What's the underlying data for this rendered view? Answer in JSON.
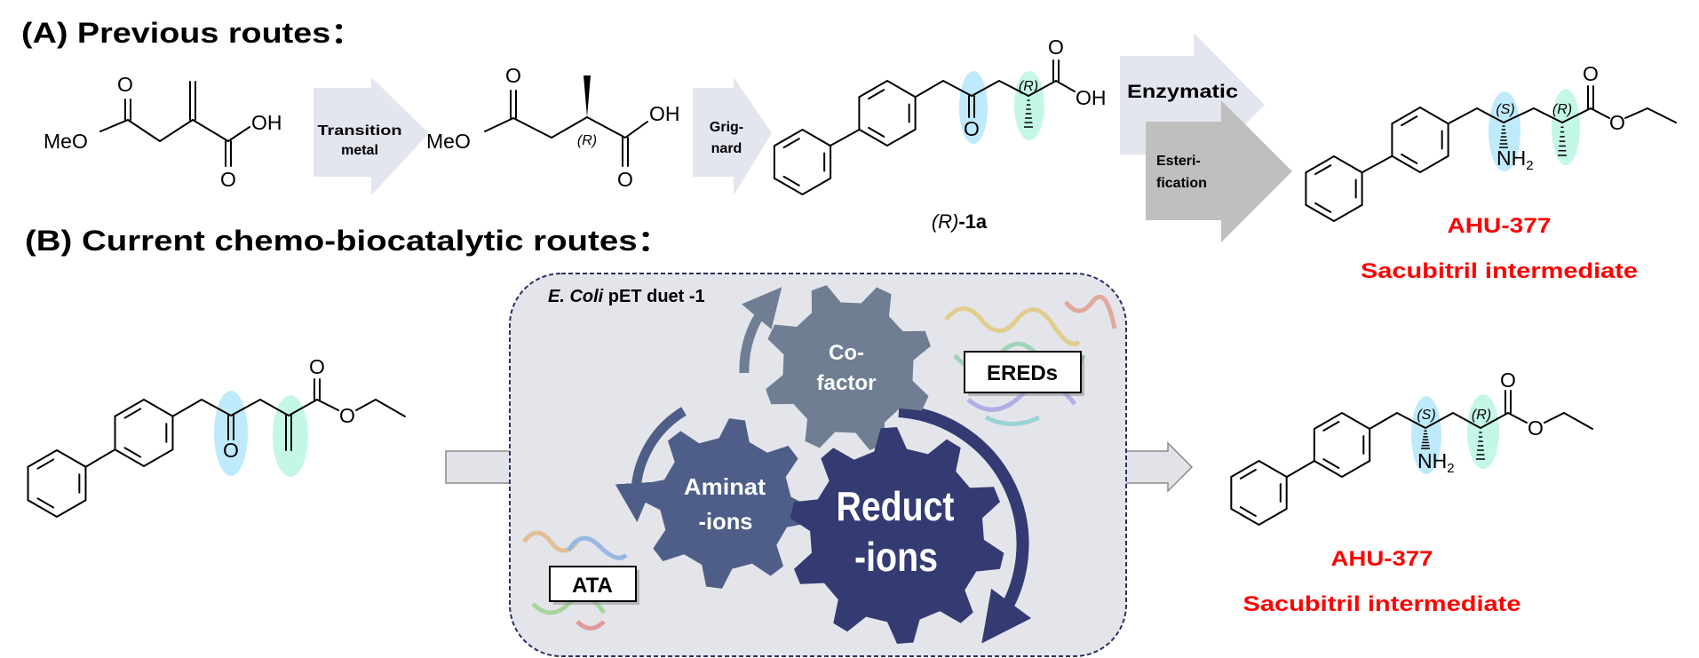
{
  "headings": {
    "a": "(A)  Previous routes：",
    "b": "(B) Current chemo-biocatalytic routes："
  },
  "steps": {
    "transition": [
      "Transition",
      "metal"
    ],
    "grignard": [
      "Grig-",
      "nard"
    ],
    "enzymatic": "Enzymatic",
    "esterification": [
      "Esteri-",
      "fication"
    ]
  },
  "atoms": {
    "MeO": "MeO",
    "O": "O",
    "OH": "OH",
    "NH": "NH",
    "sub2": "2",
    "R": "(R)",
    "S": "(S)"
  },
  "compounds": {
    "intermediate": {
      "stereo": "(R)",
      "suffix": "-1a"
    },
    "product_top": {
      "name": "AHU-377",
      "desc": "Sacubitril intermediate"
    },
    "product_bottom": {
      "name": "AHU-377",
      "desc": "Sacubitril intermediate"
    }
  },
  "cell": {
    "organism": "E. Coli",
    "plasmid": " pET duet -1"
  },
  "gears": {
    "cofactor": {
      "label": [
        "Co-",
        "factor"
      ],
      "color": "#6f7e92"
    },
    "aminations": {
      "label": [
        "Aminat",
        "-ions"
      ],
      "color": "#4f5e89"
    },
    "reductions": {
      "label": [
        "Reduct",
        "-ions"
      ],
      "color": "#343b72"
    }
  },
  "enzymes": {
    "ereds": "EREDs",
    "ata": "ATA"
  },
  "colors": {
    "highlight_ketone": "#bfeafb",
    "highlight_alkene": "#c4f7e6",
    "step_arrow_light": "#e4e6ef",
    "step_arrow_dark": "#bfbfbf",
    "cell_fill": "#e4e5ea",
    "cell_border": "#2a3060",
    "product_label": "#ff0000"
  }
}
